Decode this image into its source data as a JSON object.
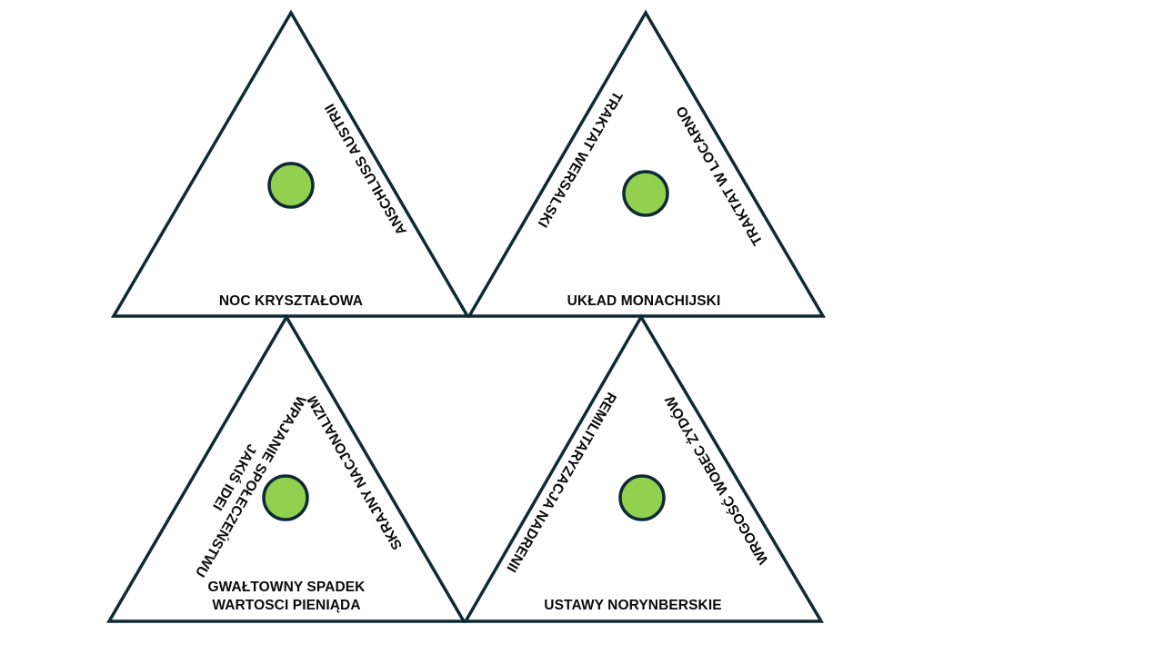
{
  "style": {
    "stroke_color": "#0f2a33",
    "dot_fill": "#92d050",
    "text_color": "#0a0a0a"
  },
  "triangles": [
    {
      "id": "top-left",
      "bottom_label": [
        "NOC KRYSZTAŁOWA"
      ],
      "left_label": [],
      "right_label": [
        "ANSCHLUSS AUSTRII"
      ]
    },
    {
      "id": "top-right",
      "bottom_label": [
        "UKŁAD MONACHIJSKI"
      ],
      "left_label": [
        "TRAKTAT WERSALSKI"
      ],
      "right_label": [
        "TRAKTAT W LOCARNO"
      ]
    },
    {
      "id": "bottom-left",
      "bottom_label": [
        "GWAŁTOWNY SPADEK",
        "WARTOSCI PIENIĄDA"
      ],
      "left_label": [
        "WPAJANIE SPOŁECZEŃSTWU",
        "JAKIŚ IDEI"
      ],
      "right_label": [
        "SKRAJNY NACJONALIZM"
      ]
    },
    {
      "id": "bottom-right",
      "bottom_label": [
        "USTAWY NORYNBERSKIE"
      ],
      "left_label": [
        "REMILITARYZACJA NADRENII"
      ],
      "right_label": [
        "WROGOŚĆ WOBEC ŻYDÓW"
      ]
    }
  ]
}
